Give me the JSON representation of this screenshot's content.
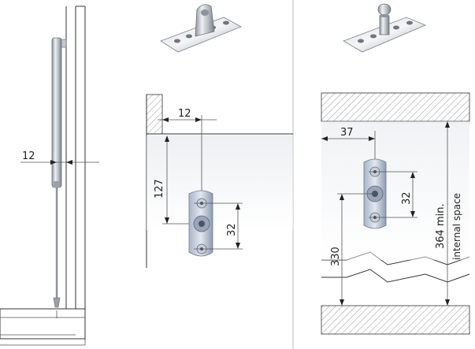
{
  "left_panel": {
    "dim_12": "12"
  },
  "middle_panel": {
    "dim_top": "12",
    "dim_vertical": "127",
    "dim_spacing": "32"
  },
  "right_panel": {
    "dim_top": "37",
    "dim_spacing": "32",
    "dim_bottom": "330",
    "dim_internal": "364 min.",
    "dim_internal_label": "internal space"
  },
  "colors": {
    "metal_light": "#e6e9ee",
    "metal_dark": "#8d939c",
    "line": "#333333",
    "divider": "#bbbbbb"
  }
}
